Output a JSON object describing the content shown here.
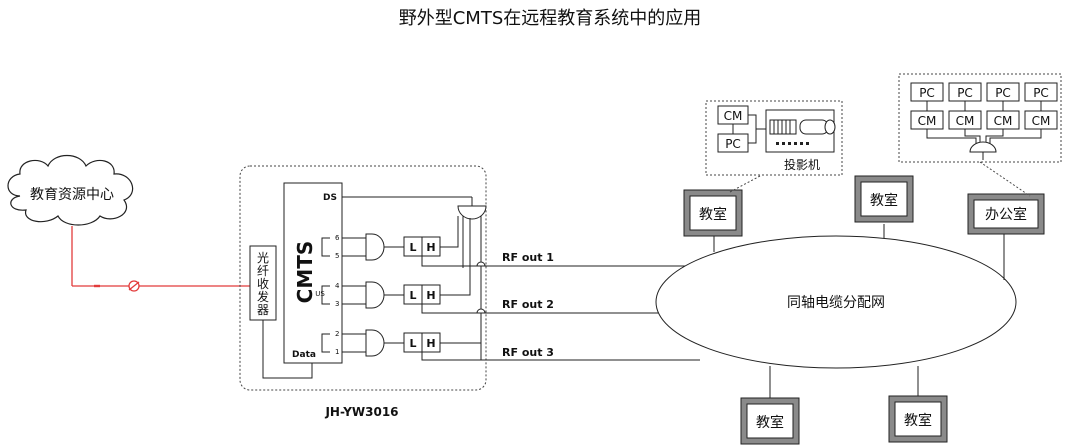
{
  "title": "野外型CMTS在远程教育系统中的应用",
  "cloud_label": "教育资源中心",
  "transceiver_label": [
    "光",
    "纤",
    "收",
    "发",
    "器"
  ],
  "cmts": {
    "label": "CMTS",
    "ds_label": "DS",
    "us_label": "US",
    "data_label": "Data",
    "ports": [
      "6",
      "5",
      "4",
      "3",
      "2",
      "1"
    ],
    "model": "JH-YW3016"
  },
  "diplexer": {
    "low": "L",
    "high": "H"
  },
  "rf_outputs": [
    "RF out 1",
    "RF out 2",
    "RF out 3"
  ],
  "network_label": "同轴电缆分配网",
  "classroom_label": "教室",
  "office_label": "办公室",
  "projector_group": {
    "cm": "CM",
    "pc": "PC",
    "device": "投影机"
  },
  "office_group": {
    "pc": "PC",
    "cm": "CM"
  },
  "colors": {
    "fiber": "#e23b3b",
    "box_fill": "#8a8a8a",
    "line": "#222222"
  }
}
